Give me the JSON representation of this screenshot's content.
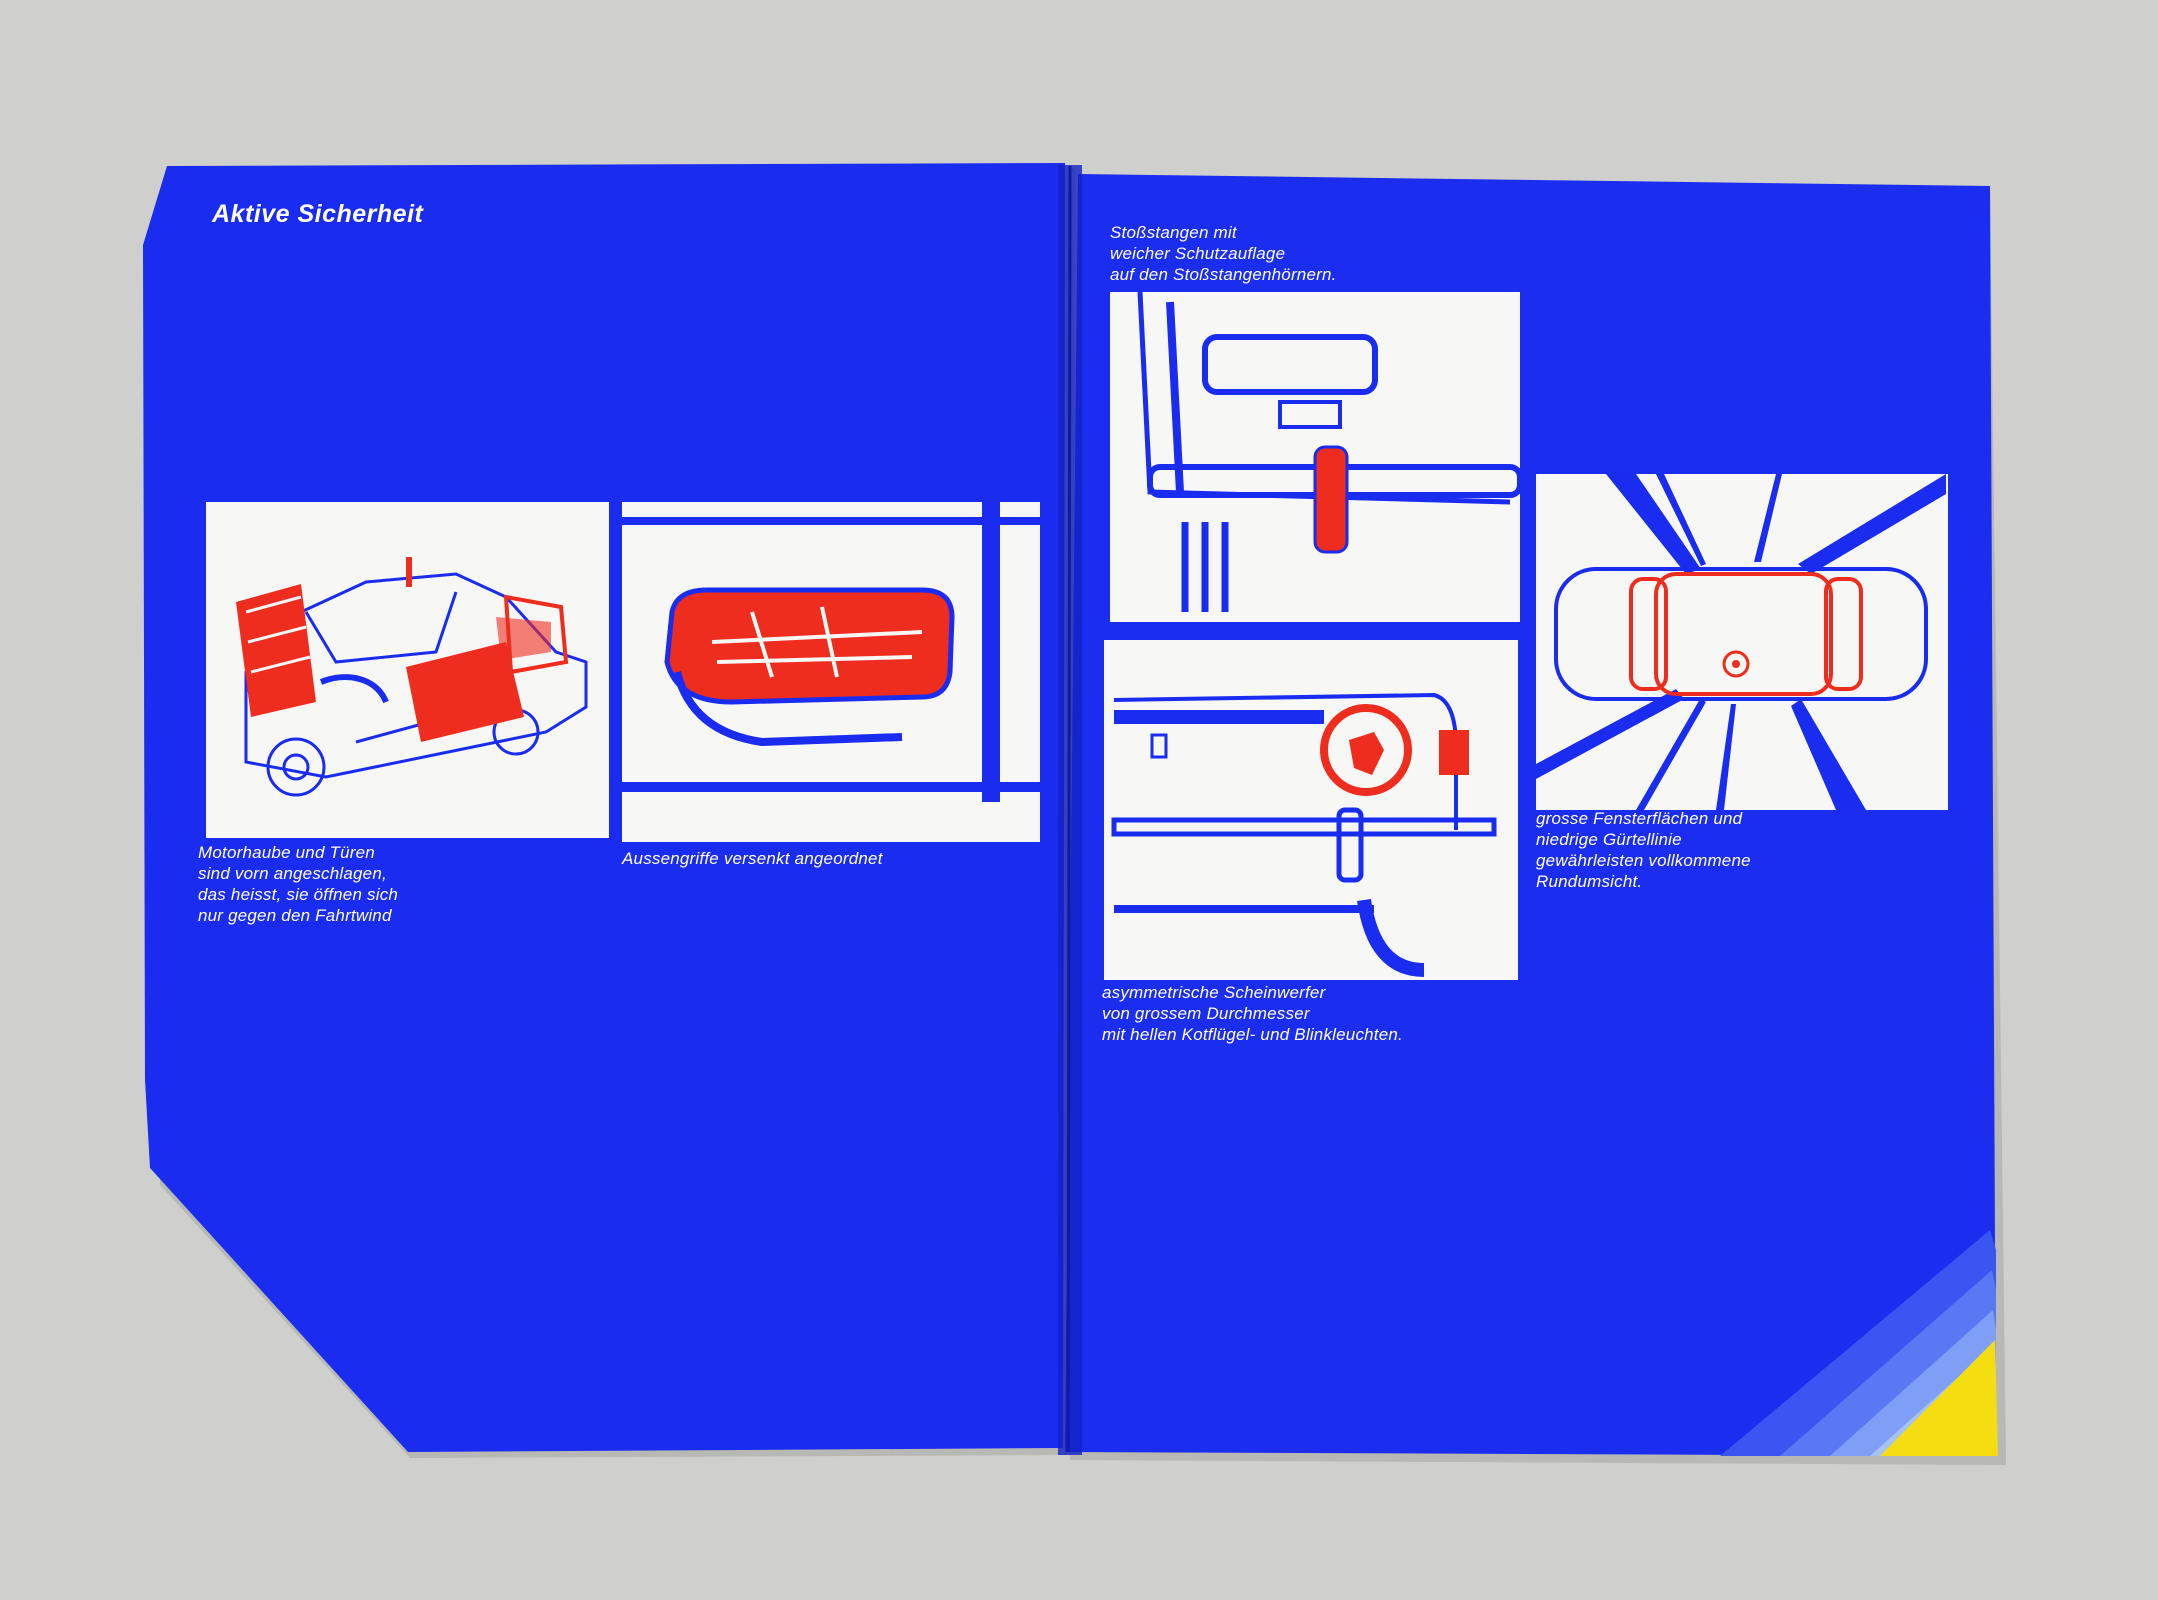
{
  "heading": "Aktive Sicherheit",
  "colors": {
    "background": "#cfcfcd",
    "page_blue": "#1a2cf0",
    "print_red": "#ef2d1f",
    "stripe_yellow": "#f4dd10",
    "panel_white": "#f7f7f5"
  },
  "captions": {
    "hood_doors": "Motorhaube und Türen\nsind vorn angeschlagen,\ndas heisst, sie öffnen sich\nnur gegen den Fahrtwind",
    "handles": "Aussengriffe versenkt angeordnet",
    "bumpers": "Stoßstangen mit\nweicher Schutzauflage\nauf den Stoßstangenhörnern.",
    "headlights": "asymmetrische Scheinwerfer\nvon grossem Durchmesser\nmit hellen Kotflügel- und Blinkleuchten.",
    "windows": "grosse Fensterflächen und\nniedrige Gürtellinie\ngewährleisten vollkommene\nRundumsicht."
  },
  "illustrations": {
    "car_open": "car-open-doors-illustration",
    "door_handle": "door-handle-illustration",
    "rear_bumper": "rear-bumper-illustration",
    "headlight": "headlight-illustration",
    "top_view": "top-view-visibility-illustration"
  }
}
